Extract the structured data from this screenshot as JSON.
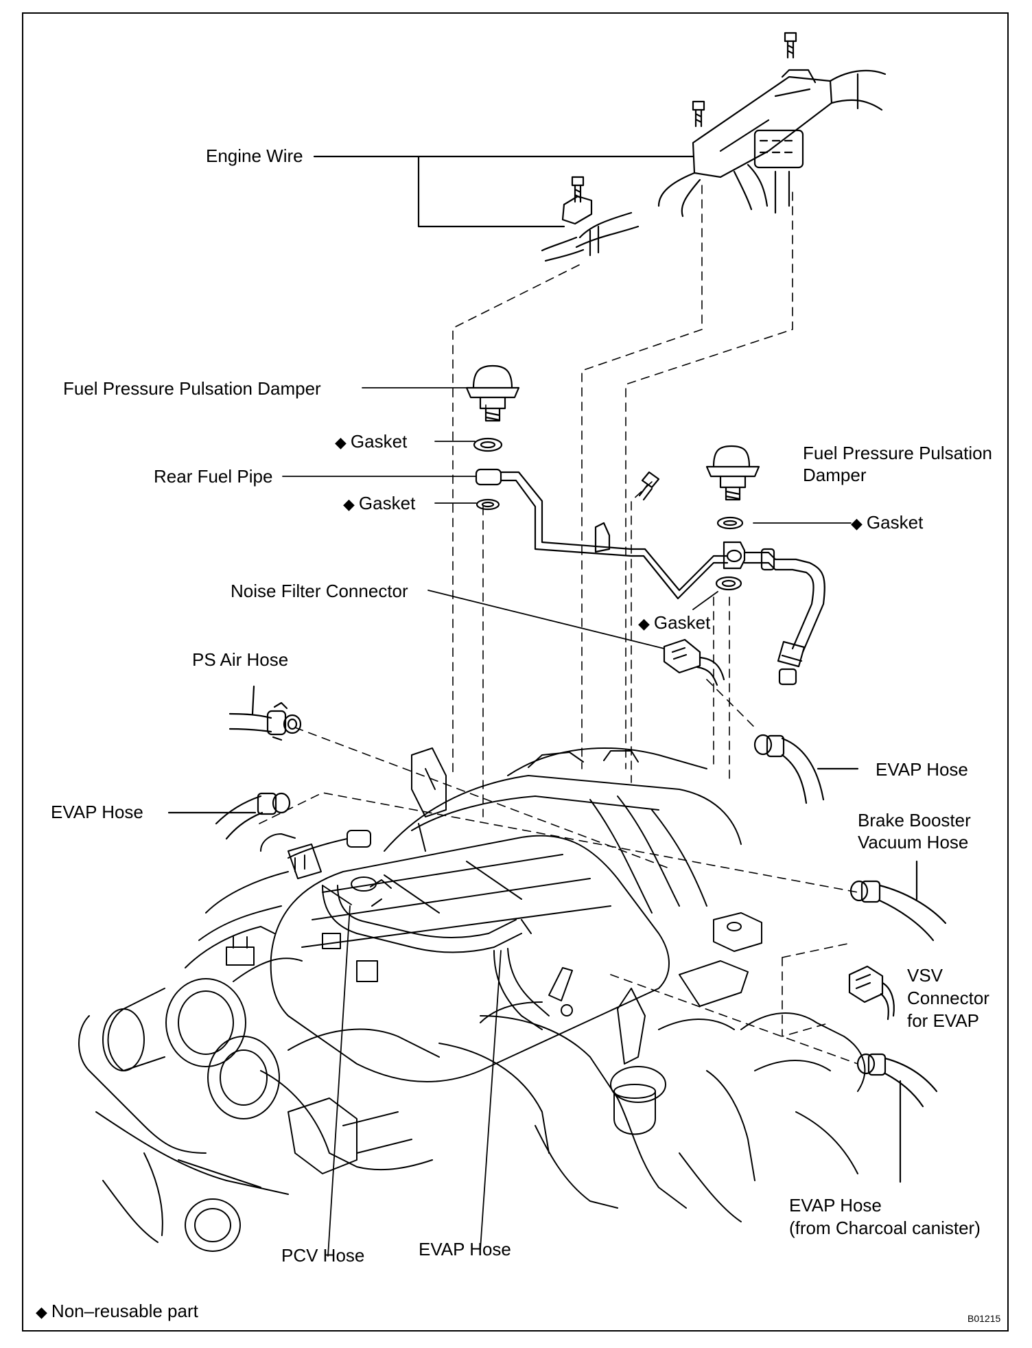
{
  "labels": {
    "engine_wire": "Engine Wire",
    "fppd_left": "Fuel Pressure Pulsation Damper",
    "gasket_top": "Gasket",
    "rear_fuel_pipe": "Rear Fuel Pipe",
    "gasket_mid": "Gasket",
    "fppd_right_1": "Fuel Pressure Pulsation",
    "fppd_right_2": "Damper",
    "gasket_right": "Gasket",
    "noise_filter": "Noise Filter Connector",
    "gasket_lower": "Gasket",
    "ps_air_hose": "PS Air Hose",
    "evap_hose_right": "EVAP Hose",
    "evap_hose_left": "EVAP Hose",
    "brake_booster_1": "Brake Booster",
    "brake_booster_2": "Vacuum Hose",
    "vsv_1": "VSV",
    "vsv_2": "Connector",
    "vsv_3": "for EVAP",
    "evap_canister_1": "EVAP Hose",
    "evap_canister_2": "(from Charcoal canister)",
    "pcv_hose": "PCV Hose",
    "evap_hose_bottom": "EVAP Hose",
    "legend": "Non–reusable part",
    "figure_code": "B01215"
  },
  "symbols": {
    "non_reusable": "◆"
  }
}
